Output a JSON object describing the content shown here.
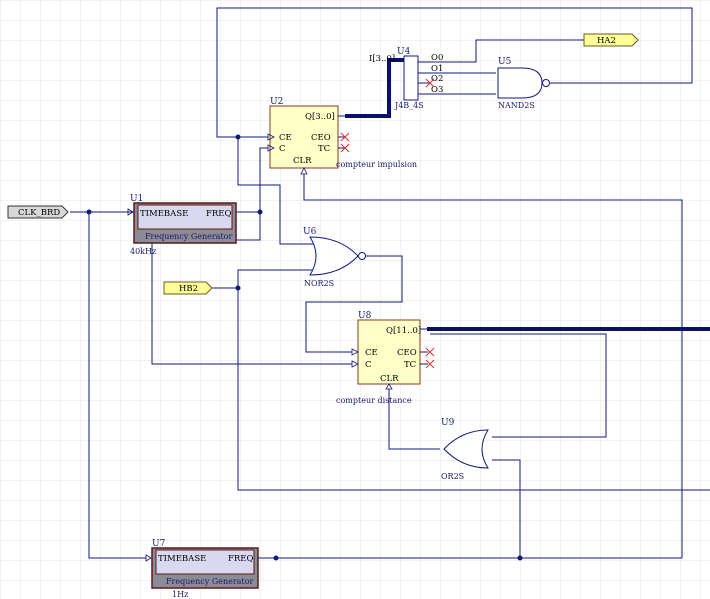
{
  "ports": {
    "clk": "CLK_BRD",
    "ha2": "HA2",
    "hb2": "HB2"
  },
  "u1": {
    "ref": "U1",
    "in_pin": "TIMEBASE",
    "out_pin": "FREQ",
    "name": "Frequency Generator",
    "value": "40kHz"
  },
  "u7": {
    "ref": "U7",
    "in_pin": "TIMEBASE",
    "out_pin": "FREQ",
    "name": "Frequency Generator",
    "value": "1Hz"
  },
  "u2": {
    "ref": "U2",
    "out": "Q[3..0]",
    "ce": "CE",
    "c": "C",
    "ceo": "CEO",
    "tc": "TC",
    "clr": "CLR",
    "name": "compteur impulsion"
  },
  "u8": {
    "ref": "U8",
    "out": "Q[11..0]",
    "ce": "CE",
    "c": "C",
    "ceo": "CEO",
    "tc": "TC",
    "clr": "CLR",
    "name": "compteur distance"
  },
  "u4": {
    "ref": "U4",
    "in": "I[3..0]",
    "o0": "O0",
    "o1": "O1",
    "o2": "O2",
    "o3": "O3",
    "name": "J4B_4S"
  },
  "u5": {
    "ref": "U5",
    "name": "NAND2S"
  },
  "u6": {
    "ref": "U6",
    "name": "NOR2S"
  },
  "u9": {
    "ref": "U9",
    "name": "OR2S"
  },
  "colors": {
    "wire": "#101a78",
    "component_fill": "#ffffc8",
    "generator_fill": "#8c8c96",
    "port_yellow": "#ffff99",
    "no_connect": "#e03030"
  }
}
